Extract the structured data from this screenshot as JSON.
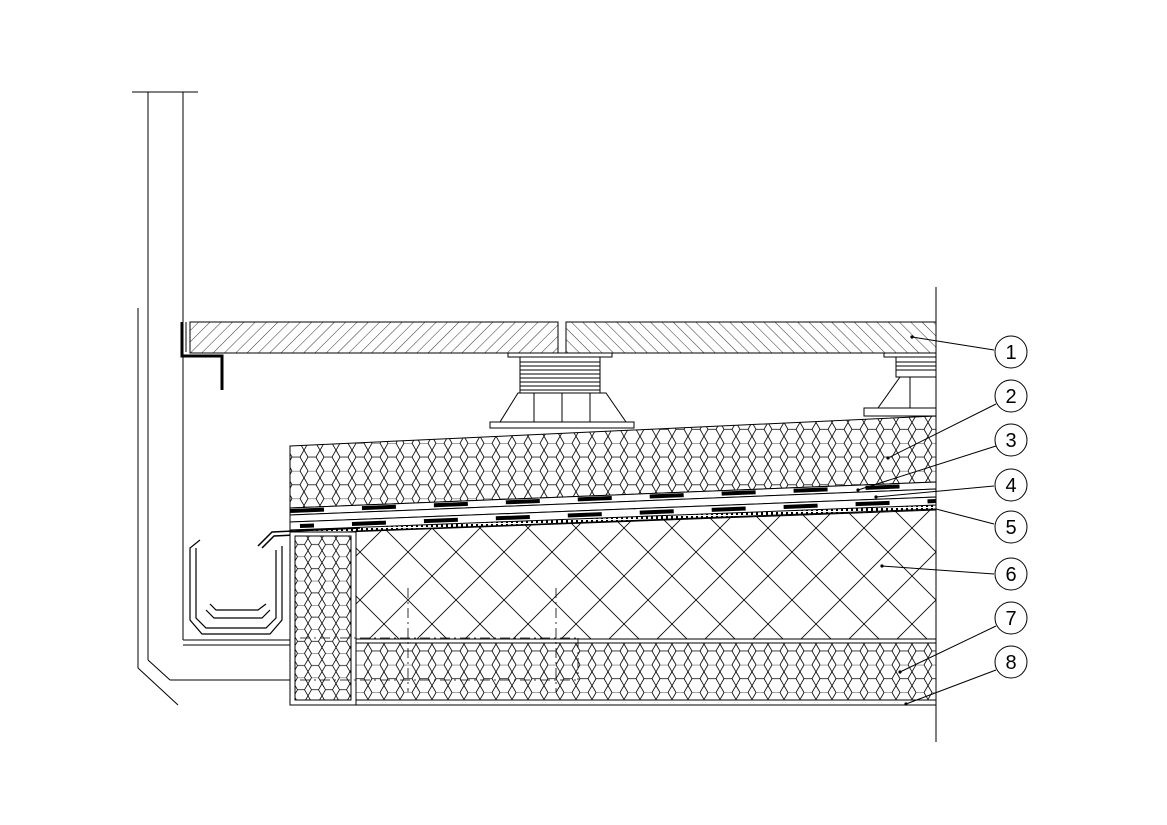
{
  "colors": {
    "line": "#000000",
    "background": "#ffffff"
  },
  "callouts": [
    {
      "label": "1"
    },
    {
      "label": "2"
    },
    {
      "label": "3"
    },
    {
      "label": "4"
    },
    {
      "label": "5"
    },
    {
      "label": "6"
    },
    {
      "label": "7"
    },
    {
      "label": "8"
    }
  ]
}
